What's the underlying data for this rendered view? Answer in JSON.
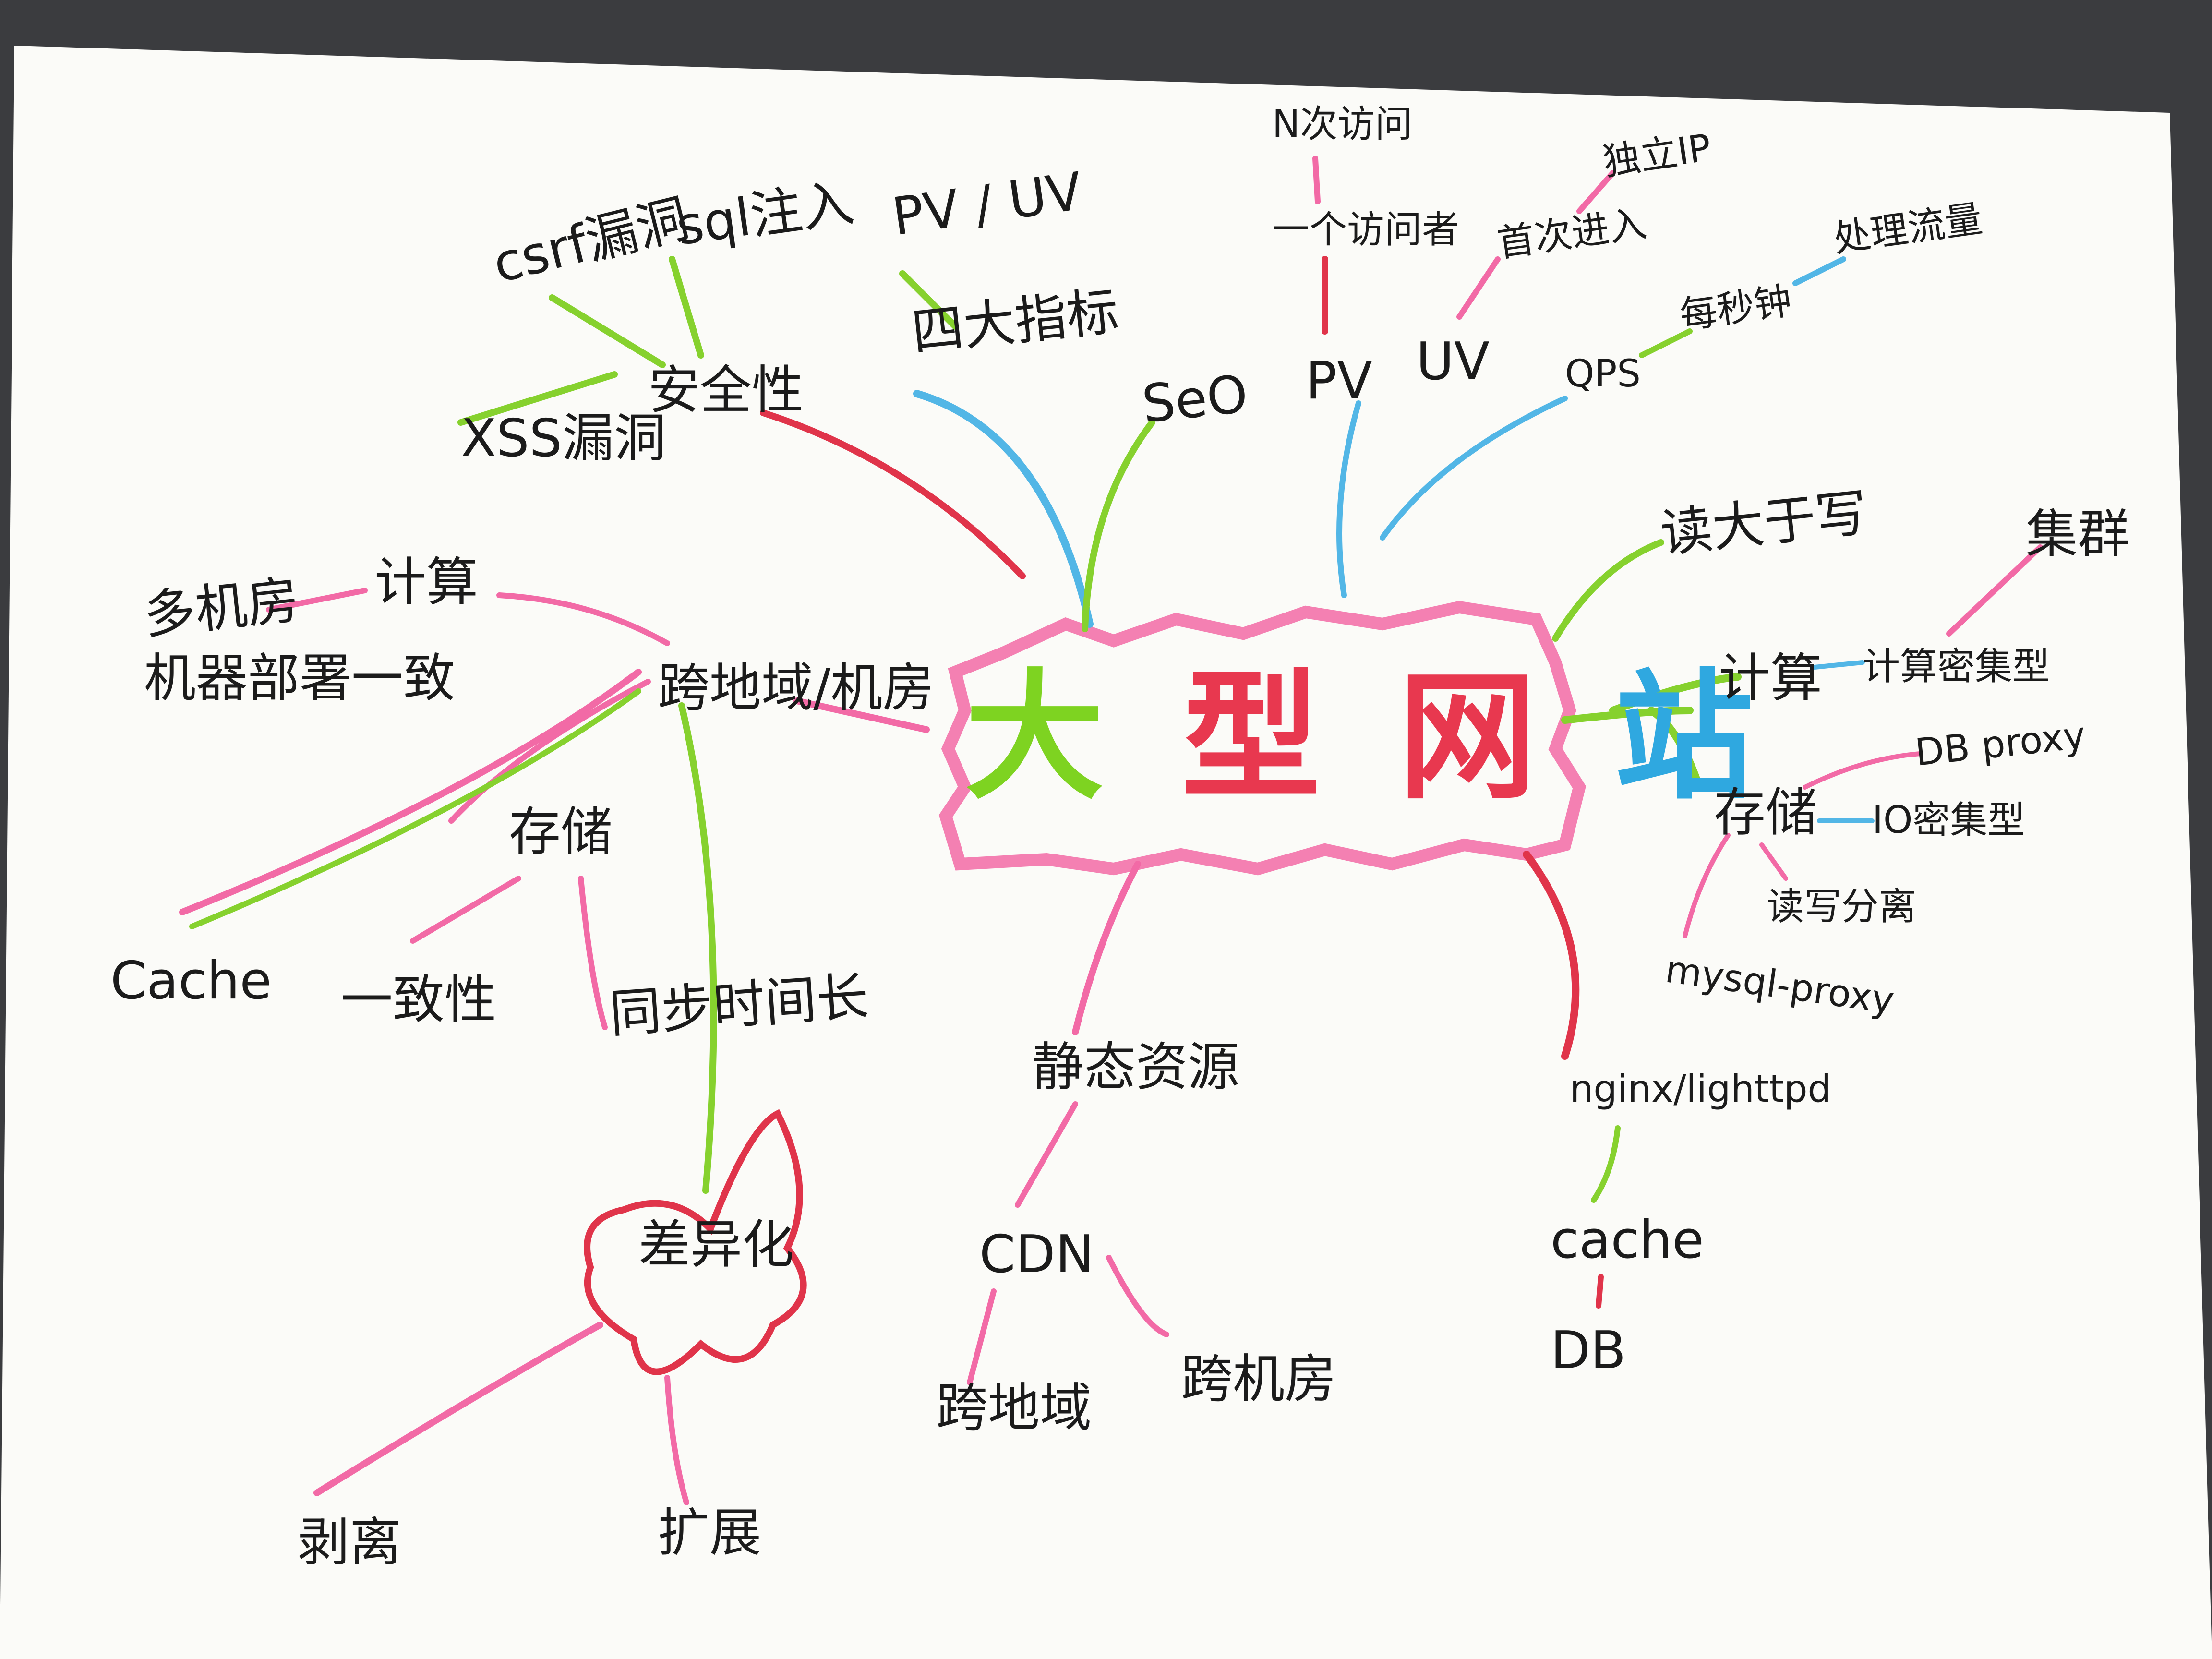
{
  "center": {
    "chars": [
      "大",
      "型",
      "网",
      "站"
    ],
    "colors": [
      "#7ed321",
      "#e8384f",
      "#e8384f",
      "#2fa8e0"
    ]
  },
  "nodes": {
    "security": "安全性",
    "csrf": "csrf漏洞",
    "sql": "sql注入",
    "xss": "XSS漏洞",
    "pvuv_top": "PV / UV",
    "four_metrics": "四大指标",
    "seo": "SeO",
    "pv": "PV",
    "uv": "UV",
    "n_visits": "N次访问",
    "one_visitor": "一个访问者",
    "first_entry": "首次进入",
    "unique_ip": "独立IP",
    "qps": "QPS",
    "per_second": "每秒钟",
    "handle_traffic": "处理流量",
    "rw": "读大于写",
    "cluster": "集群",
    "compute_r": "计算",
    "compute_intensive": "计算密集型",
    "storage_r": "存储",
    "db_proxy": "DB proxy",
    "io_intensive": "IO密集型",
    "rw_split": "读写分离",
    "mysql_proxy": "mysql-proxy",
    "nginx": "nginx/lighttpd",
    "cache_r": "cache",
    "db": "DB",
    "cross_region": "跨地域/机房",
    "compute_l": "计算",
    "multi_dc": "多机房",
    "deployment": "机器部署一致",
    "storage_l": "存储",
    "cache_l": "Cache",
    "consistency": "一致性",
    "sync_time": "同步时间长",
    "static_resources": "静态资源",
    "cdn": "CDN",
    "cdn_cross_region": "跨地域",
    "cdn_cross_dc": "跨机房",
    "diversify": "差异化",
    "split": "剥离",
    "expand": "扩展"
  },
  "palette": {
    "pink": "#f26aa6",
    "red": "#e0344a",
    "green": "#86d12e",
    "blue": "#52b6e6",
    "ink": "#1b1b1b",
    "paper": "#fbfbf8"
  }
}
